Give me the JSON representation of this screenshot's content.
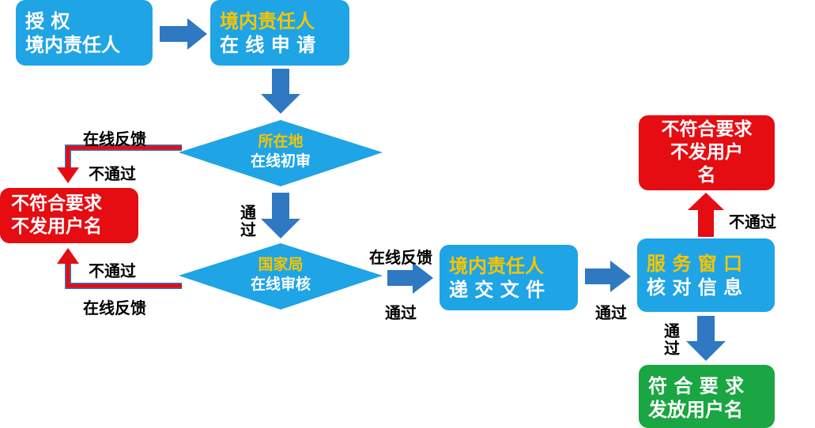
{
  "colors": {
    "blue_box": "#1fa4e6",
    "blue_arrow": "#2f78c2",
    "red": "#e50c12",
    "green": "#1aa642",
    "yellow": "#f6c500",
    "white": "#ffffff"
  },
  "boxes": {
    "authorize": {
      "line1": "授          权",
      "line2": "境内责任人"
    },
    "online_apply": {
      "line1": "境内责任人",
      "line2": "在 线 申 请"
    },
    "reject_left": {
      "line1": "不符合要求",
      "line2": "不发用户名"
    },
    "submit_docs": {
      "line1": "境内责任人",
      "line2": "递 交 文 件"
    },
    "service_window": {
      "line1": "服 务 窗 口",
      "line2": "核 对 信 息"
    },
    "reject_right": {
      "line1": "不符合要求",
      "line2": "不发用户",
      "line3": "名"
    },
    "issue": {
      "line1": "符 合 要 求",
      "line2": "发放用户名"
    }
  },
  "diamonds": {
    "local": {
      "line1": "所在地",
      "line2": "在线初审"
    },
    "national": {
      "line1": "国家局",
      "line2": "在线审核"
    }
  },
  "labels": {
    "feedback_top": "在线反馈",
    "fail_top": "不通过",
    "pass_vertical": "通过",
    "fail_bottom": "不通过",
    "feedback_bottom": "在线反馈",
    "feedback_mid": "在线反馈",
    "pass_mid": "通过",
    "pass_right": "通过",
    "fail_right": "不通过",
    "pass_vertical_right": "通过"
  }
}
